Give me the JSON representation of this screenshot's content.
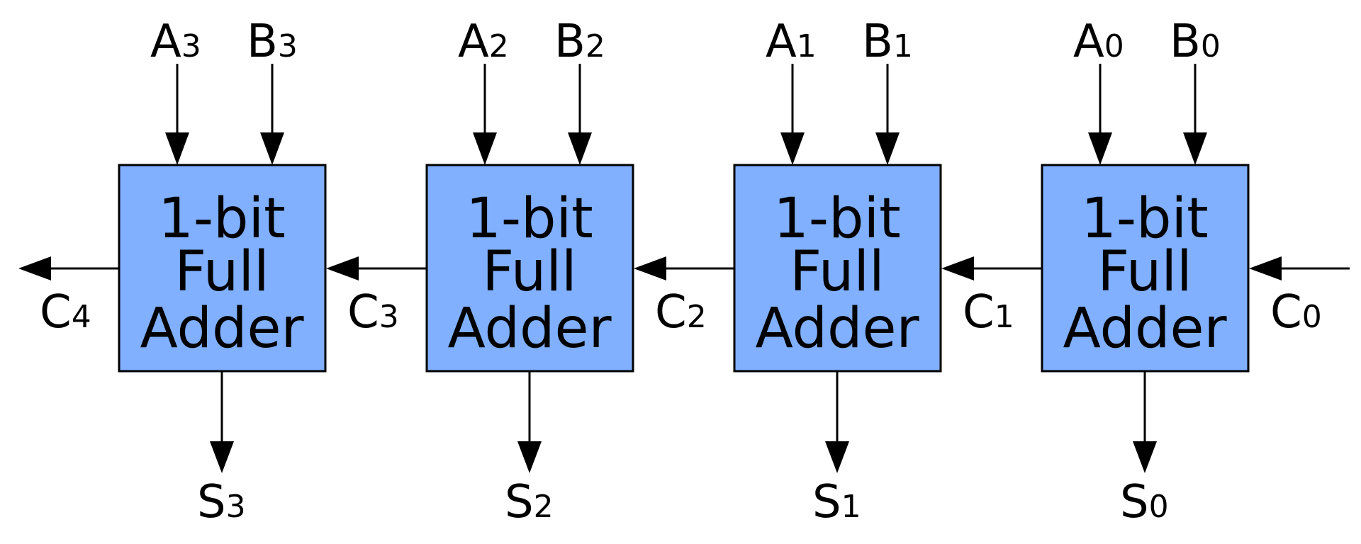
{
  "colors": {
    "block_fill": "#80b0ff",
    "stroke": "#000000",
    "background": "#ffffff"
  },
  "blocks": [
    {
      "line1": "1-bit",
      "line2": "Full",
      "line3": "Adder",
      "a": {
        "letter": "A",
        "sub": "3"
      },
      "b": {
        "letter": "B",
        "sub": "3"
      },
      "s": {
        "letter": "S",
        "sub": "3"
      },
      "cout": {
        "letter": "C",
        "sub": "4"
      }
    },
    {
      "line1": "1-bit",
      "line2": "Full",
      "line3": "Adder",
      "a": {
        "letter": "A",
        "sub": "2"
      },
      "b": {
        "letter": "B",
        "sub": "2"
      },
      "s": {
        "letter": "S",
        "sub": "2"
      },
      "cout": {
        "letter": "C",
        "sub": "3"
      }
    },
    {
      "line1": "1-bit",
      "line2": "Full",
      "line3": "Adder",
      "a": {
        "letter": "A",
        "sub": "1"
      },
      "b": {
        "letter": "B",
        "sub": "1"
      },
      "s": {
        "letter": "S",
        "sub": "1"
      },
      "cout": {
        "letter": "C",
        "sub": "2"
      }
    },
    {
      "line1": "1-bit",
      "line2": "Full",
      "line3": "Adder",
      "a": {
        "letter": "A",
        "sub": "0"
      },
      "b": {
        "letter": "B",
        "sub": "0"
      },
      "s": {
        "letter": "S",
        "sub": "0"
      },
      "cout": {
        "letter": "C",
        "sub": "1"
      }
    }
  ],
  "carry_in": {
    "letter": "C",
    "sub": "0"
  }
}
